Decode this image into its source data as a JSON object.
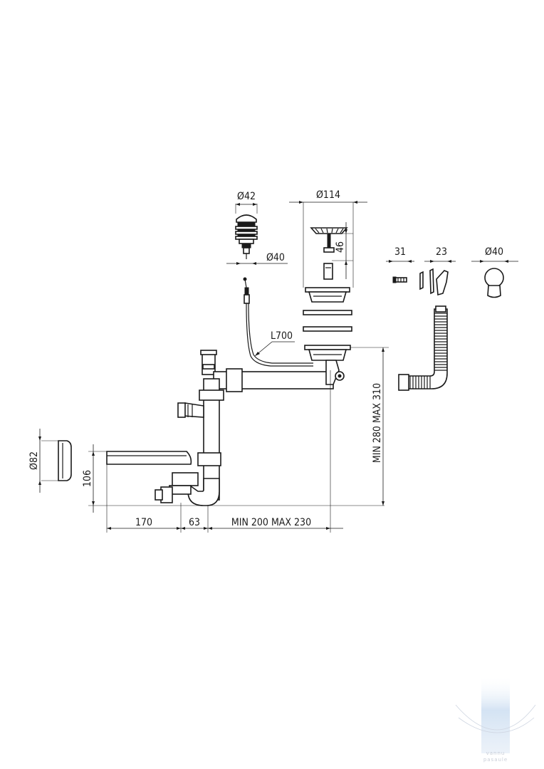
{
  "dimensions": {
    "overflow_plug_diameter": "Ø42",
    "overflow_body_diameter": "Ø40",
    "strainer_diameter": "Ø114",
    "strainer_depth": "46",
    "screw_length": "31",
    "clip_width": "23",
    "overflow_cap_diameter": "Ø40",
    "cable_length": "L700",
    "height_range": "MIN 280 MAX 310",
    "cap_diameter": "Ø82",
    "outlet_height": "106",
    "horizontal_length": "170",
    "trap_offset": "63",
    "horizontal_range": "MIN 200 MAX 230"
  },
  "watermark": {
    "line1": "vannu",
    "line2": "pasaule"
  }
}
